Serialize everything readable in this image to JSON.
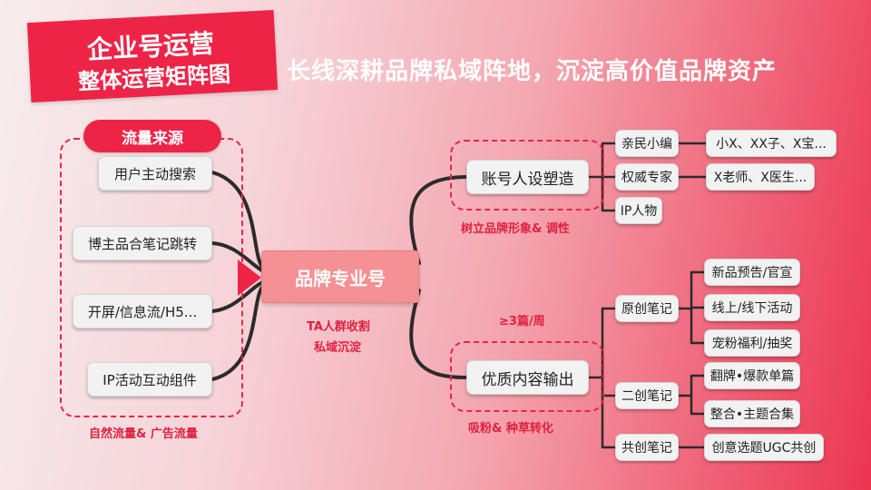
{
  "title": {
    "line1": "企业号运营",
    "line2": "整体运营矩阵图"
  },
  "slogan": "长线深耕品牌私域阵地，沉淀高价值品牌资产",
  "center": {
    "label": "品牌专业号",
    "sub1": "TA人群收割",
    "sub2": "私域沉淀"
  },
  "left_group": {
    "header": "流量来源",
    "items": [
      "用户主动搜索",
      "博主品合笔记跳转",
      "开屏/信息流/H5...",
      "IP活动互动组件"
    ],
    "caption": "自然流量& 广告流量"
  },
  "top_branch": {
    "label": "账号人设塑造",
    "caption": "树立品牌形象& 调性",
    "children": [
      {
        "label": "亲民小编",
        "detail": "小X、XX子、X宝..."
      },
      {
        "label": "权威专家",
        "detail": "X老师、X医生..."
      },
      {
        "label": "IP人物",
        "detail": ""
      }
    ]
  },
  "bottom_branch": {
    "label": "优质内容输出",
    "top_caption": "≥3篇/周",
    "caption": "吸粉& 种草转化",
    "children": [
      {
        "label": "原创笔记",
        "details": [
          "新品预告/官宣",
          "线上/线下活动",
          "宠粉福利/抽奖"
        ]
      },
      {
        "label": "二创笔记",
        "details": [
          "翻牌•爆款单篇",
          "整合•主题合集"
        ]
      },
      {
        "label": "共创笔记",
        "details": [
          "创意选题UGC共创"
        ]
      }
    ]
  },
  "colors": {
    "accent": "#ee2447",
    "center_fill": "#f59094",
    "connector": "#2b2b2b"
  }
}
